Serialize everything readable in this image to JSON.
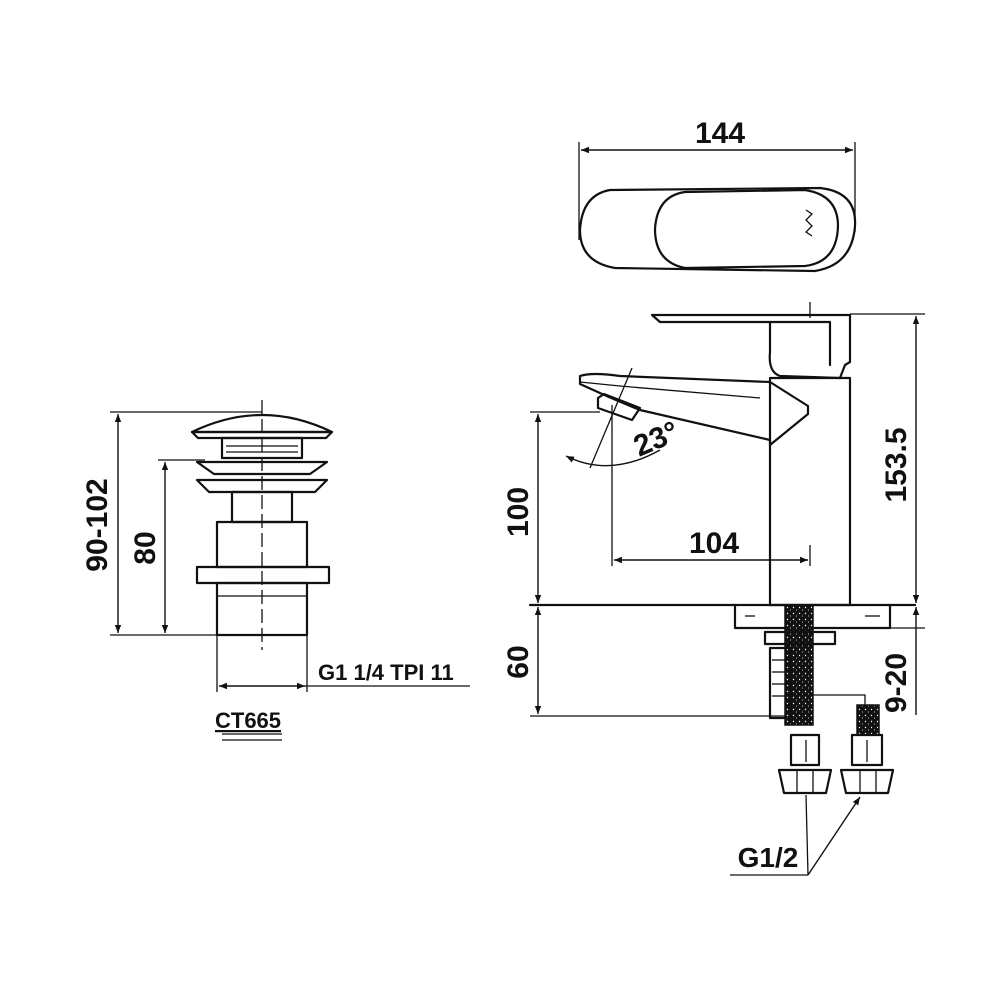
{
  "drawing": {
    "dimensions": {
      "width_top": "144",
      "angle": "23°",
      "reach": "104",
      "overall_height": "153.5",
      "spout_height": "100",
      "below_deck": "60",
      "deck_thickness": "9-20",
      "drain_total": "90-102",
      "drain_height": "80",
      "drain_thread": "G1 1/4 TPI 11",
      "inlet_thread": "G1/2"
    },
    "model": "CT665"
  }
}
